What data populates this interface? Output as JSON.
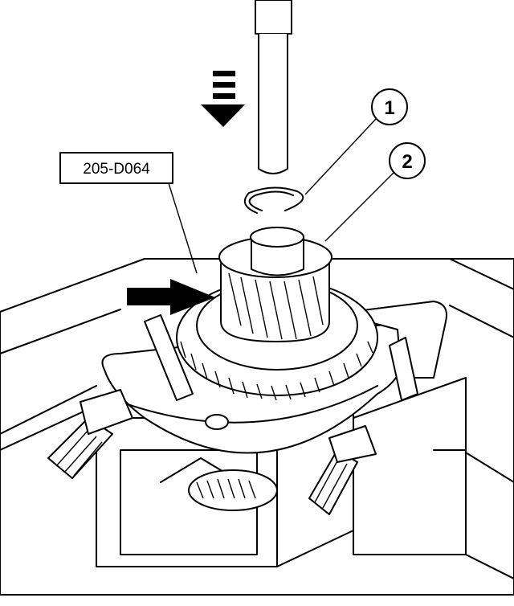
{
  "diagram": {
    "tool_label": "205-D064",
    "callouts": [
      {
        "number": "1"
      },
      {
        "number": "2"
      }
    ]
  }
}
